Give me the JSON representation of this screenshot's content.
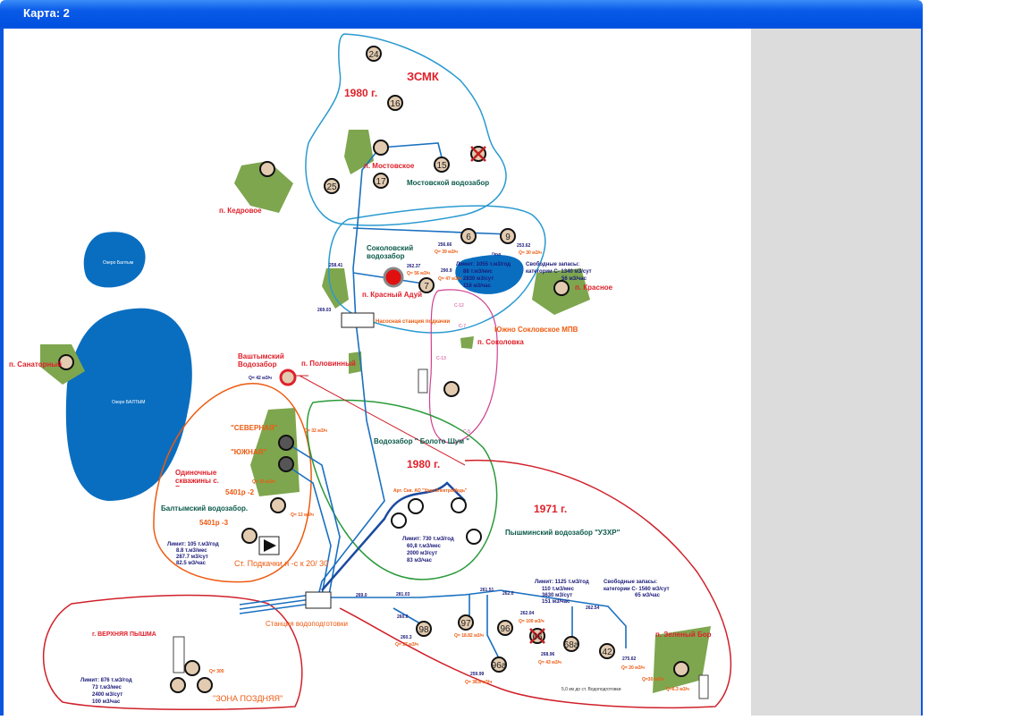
{
  "window": {
    "title": "Карта: 2"
  },
  "map": {
    "regions": {
      "zsmk": "ЗСМК",
      "year_zsmk": "1980 г.",
      "mostovskoy_village": "п. Мостовское",
      "mostovskoy": "Мостовской водозабор",
      "kedrovoe": "п. Кедровое",
      "sokolovsky": "Соколовский водозабор",
      "krasny_aduy": "п. Красный Адуй",
      "krasnoe": "п. Красное",
      "pump_station": "Насосная станция подкачки",
      "south_sokolovskoe": "Южно Сокловское МПВ",
      "sokolovka": "п. Соколовка",
      "sanatorny": "п. Санаторный",
      "lake_baltym": "Озеро БАЛТЫМ",
      "lake_small": "Озеро Балтым",
      "vashtymsky": "Ваштымский Водозабор",
      "polovinny": "п. Половинный",
      "vashtymsky_q": "Q= 42 м3/ч",
      "severnaya": "\"СЕВЕРНАЯ\"",
      "yuzhnaya": "\"ЮЖНАЯ\"",
      "single_wells": "Одиночные скважины с. Балтым",
      "well_5401_2": "5401р -2",
      "well_5401_3": "5401р -3",
      "baltymsky": "Балтымский водозабор.",
      "booster": "Ст. Подкачки н -с к 20/ 30",
      "boloto": "Водозабор \" Болото Шум \"",
      "year_boloto": "1980 г.",
      "art_wells": "Арт. Скв. АО \"УралЭлектроМедь\"",
      "year_pyshma": "1971 г.",
      "pyshminsky": "Пышминский водозабор \"УЗХР\"",
      "treatment": "Станция водоподготовки",
      "verkhnyaya": "г. ВЕРХНЯЯ ПЫШМА",
      "zona": "\"ЗОНА ПОЗДНЯЯ\"",
      "zeleny_bor": "п. Зеленый Бор",
      "pond": "Пруд",
      "km_note": "5,0 км до ст. Водоподготовки"
    },
    "limits": {
      "sokol": [
        "Лимит: 1055 т.м3/год",
        "88 т.м3/мес",
        "2830 м3/сут",
        "118 м3/час"
      ],
      "sokol_free": [
        "Свободные запасы:",
        "категории С- 1340 м3/сут",
        "56 м3/час"
      ],
      "baltym": [
        "Лимит: 105 т.м3/год",
        "8.8 т.м3/мес",
        "287.7 м3/сут",
        "82.5 м3/час"
      ],
      "boloto": [
        "Лимит: 730 т.м3/год",
        "60,8 т.м3/мес",
        "2000 м3/сут",
        "83 м3/час"
      ],
      "pyshma": [
        "Лимит: 1125 т.м3/год",
        "110 т.м3/мес",
        "3630 м3/сут",
        "151 м3/час"
      ],
      "pyshma_free": [
        "Свободные запасы:",
        "категории С- 1560 м3/сут",
        "65 м3/час"
      ],
      "verkh": [
        "Лимит: 876 т.м3/год",
        "73 т.м3/мес",
        "2400 м3/сут",
        "100 м3/час"
      ]
    },
    "wells": [
      "24",
      "16",
      "15",
      "25",
      "17",
      "6",
      "9",
      "7",
      "98",
      "97",
      "96",
      "96а",
      "68а",
      "42",
      "66"
    ],
    "flows": {
      "w6": "Q= 39 м3/ч",
      "w9": "Q= 30 м3/ч",
      "w7": "Q= 47 м3/ч",
      "red": "Q= 56 м3/ч",
      "w98": "Q= 27 м3/ч",
      "w97": "Q= 18.82 м3/ч",
      "w96": "Q= 100 м3/ч",
      "w96a": "Q= 38.8 м3/ч",
      "w68a": "Q= 43 м3/ч",
      "w42": "Q= 20 м3/ч",
      "zb": "Q=30 м3/ч",
      "zb2": "Q=6.3 м3/ч",
      "verkh": "Q= 300",
      "sev": "Q= 32 м3/ч",
      "yuzh": "Q= 25 м3/ч",
      "p2": "Q= 12 м3/ч"
    },
    "elevations": {
      "e6": "256.66",
      "e9": "253.62",
      "e7": "290.9",
      "ered": "262.37",
      "e1": "258.41",
      "e2": "269.03",
      "e98a": "260.0",
      "e98b": "260.3",
      "e97": "261.51",
      "e96": "262.0",
      "e96b": "262.04",
      "e96a": "259.99",
      "e68": "268.96",
      "e31": "262.54",
      "e42": "275.62",
      "e281": "281.03",
      "e269": "269.0"
    },
    "pipe_labels": [
      "C-12",
      "C-7",
      "C-13",
      "C-5"
    ]
  }
}
